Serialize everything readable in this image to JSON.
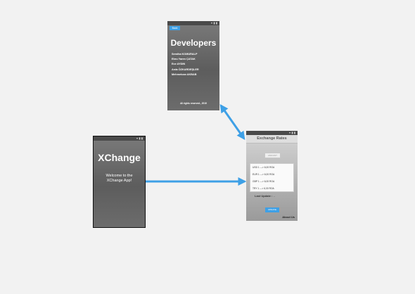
{
  "colors": {
    "arrow": "#3ea0e6",
    "button": "#3ea0e6"
  },
  "status_icons": "▾ ▮ ▮",
  "splash": {
    "title": "XChange",
    "welcome": "Welcome to the XChange App!"
  },
  "developers": {
    "back_button": "Back",
    "title": "Developers",
    "names": [
      "Semiha KOMURALP",
      "Ebru Yaren ÇATAK",
      "Ece AYDIN",
      "Arda ÖZKARDEŞLER",
      "Mehmetcan AKBAB"
    ],
    "footer": "All rights reserved., 2019"
  },
  "exchange": {
    "title": "Exchange Rates",
    "input_placeholder": "AMOUNT",
    "rates": [
      "USD 1 ---> 6,00 ROA",
      "EUR 1 ---> 6,00 ROA",
      "GBP 1 ---> 6,00 ROA",
      "TRY 1 ---> 6,00 ROA"
    ],
    "last_update_label": "Last Update :",
    "last_update_value": "--",
    "button_label": "UPDATE",
    "about_link": "About Us"
  }
}
